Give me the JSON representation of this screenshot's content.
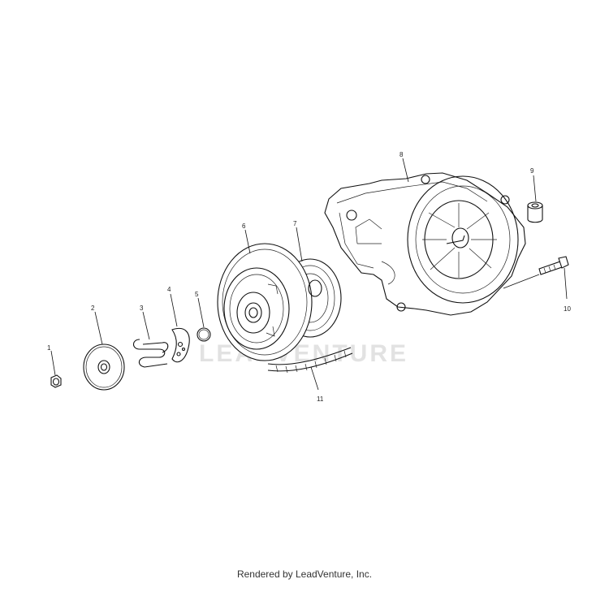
{
  "callouts": [
    "1",
    "2",
    "3",
    "4",
    "5",
    "6",
    "7",
    "8",
    "9",
    "10",
    "11"
  ],
  "watermark": "LEADVENTURE",
  "footer": "Rendered by LeadVenture, Inc."
}
